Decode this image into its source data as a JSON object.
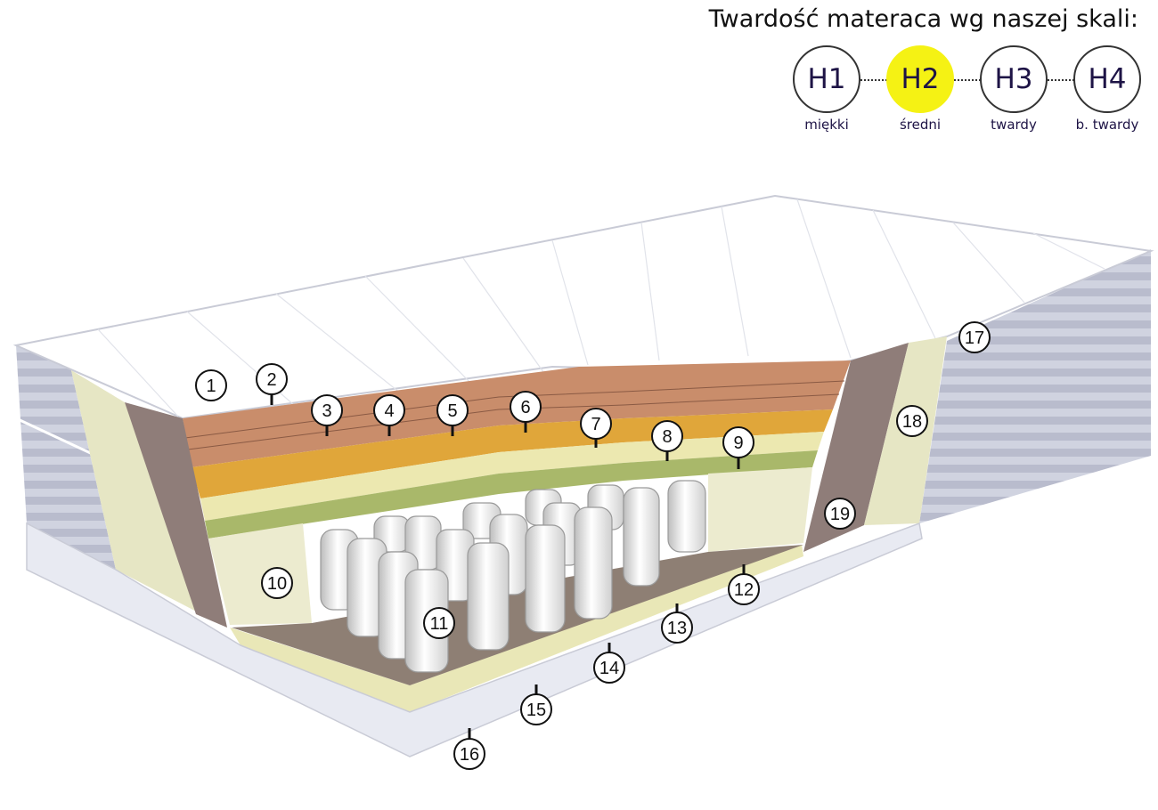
{
  "scale": {
    "title": "Twardość materaca wg naszej skali:",
    "items": [
      {
        "code": "H1",
        "label": "miękki",
        "active": false
      },
      {
        "code": "H2",
        "label": "średni",
        "active": true
      },
      {
        "code": "H3",
        "label": "twardy",
        "active": false
      },
      {
        "code": "H4",
        "label": "b. twardy",
        "active": false
      }
    ],
    "active_color": "#f5f214"
  },
  "layer_markers": [
    "1",
    "2",
    "3",
    "4",
    "5",
    "6",
    "7",
    "8",
    "9",
    "10",
    "11",
    "12",
    "13",
    "14",
    "15",
    "16",
    "17",
    "18",
    "19"
  ]
}
